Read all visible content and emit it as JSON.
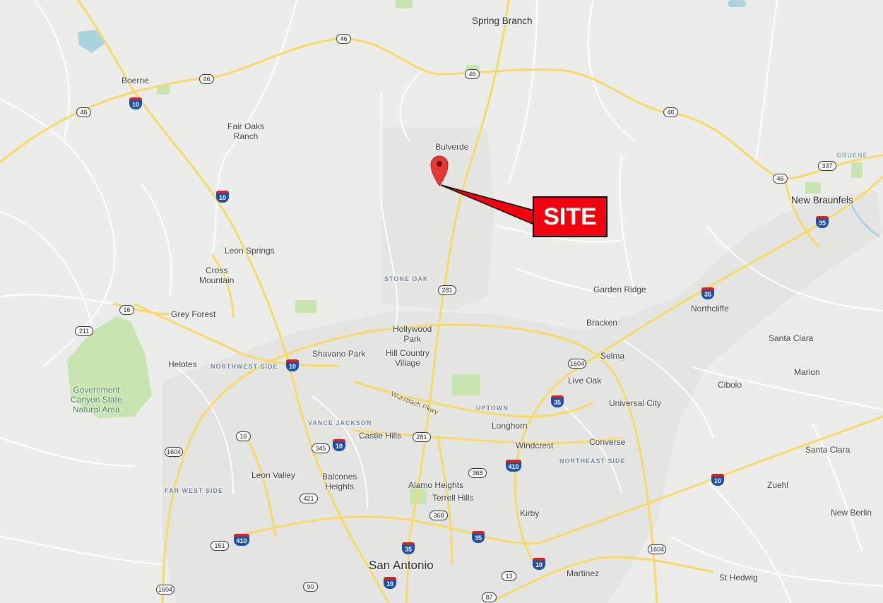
{
  "map": {
    "site_label": "SITE",
    "colors": {
      "land": "#ececea",
      "road_major": "#f7d96a",
      "road_minor": "#ffffff",
      "park": "#c6e5b0",
      "water": "#aad3df",
      "site_red": "#f2000f",
      "pin": "#e53935"
    },
    "places": {
      "spring_branch": "Spring Branch",
      "boerne": "Boerne",
      "fair_oaks_ranch": "Fair Oaks\nRanch",
      "bulverde": "Bulverde",
      "gruene": "GRUENE",
      "new_braunfels": "New Braunfels",
      "leon_springs": "Leon Springs",
      "cross_mountain": "Cross\nMountain",
      "stone_oak": "STONE OAK",
      "garden_ridge": "Garden Ridge",
      "northcliffe": "Northcliffe",
      "grey_forest": "Grey Forest",
      "bracken": "Bracken",
      "hollywood_park": "Hollywood\nPark",
      "santa_clara_1": "Santa Clara",
      "shavano_park": "Shavano Park",
      "hill_country_village": "Hill Country\nVillage",
      "selma": "Selma",
      "helotes": "Helotes",
      "northwest_side": "NORTHWEST SIDE",
      "marion": "Marion",
      "live_oak": "Live Oak",
      "cibolo": "Cibolo",
      "government_canyon": "Government\nCanyon State\nNatural Area",
      "wurzbach_pkwy": "Wurzbach Pkwy",
      "uptown": "UPTOWN",
      "universal_city": "Universal City",
      "vance_jackson": "VANCE JACKSON",
      "longhorn": "Longhorn",
      "castle_hills": "Castle Hills",
      "converse": "Converse",
      "windcrest": "Windcrest",
      "santa_clara_2": "Santa Clara",
      "northeast_side": "NORTHEAST SIDE",
      "leon_valley": "Leon Valley",
      "balcones_heights": "Balcones\nHeights",
      "alamo_heights": "Alamo Heights",
      "zuehl": "Zuehl",
      "far_west_side": "FAR WEST SIDE",
      "terrell_hills": "Terrell Hills",
      "kirby": "Kirby",
      "new_berlin": "New Berlin",
      "san_antonio": "San Antonio",
      "martinez": "Martinez",
      "st_hedwig": "St Hedwig"
    },
    "shields": {
      "s46a": "46",
      "s46b": "46",
      "s46c": "46",
      "s46d": "46",
      "s46e": "46",
      "s46f": "46",
      "s337": "337",
      "s16": "16",
      "s211": "211",
      "s281a": "281",
      "s1604a": "1604",
      "s16b": "16",
      "s345": "345",
      "s1604b": "1604",
      "s281b": "281",
      "s368a": "368",
      "s421": "421",
      "s368b": "368",
      "s151": "151",
      "s13": "13",
      "s1604c": "1604",
      "s90": "90",
      "s87": "87",
      "s1604d": "1604",
      "i10a": "10",
      "i10b": "10",
      "i10c": "10",
      "i35a": "35",
      "i35b": "35",
      "i35c": "35",
      "i10d": "10",
      "i410a": "410",
      "i10e": "10",
      "i410b": "410",
      "i35d": "35",
      "i35e": "35",
      "i10f": "10",
      "i10g": "10"
    }
  }
}
